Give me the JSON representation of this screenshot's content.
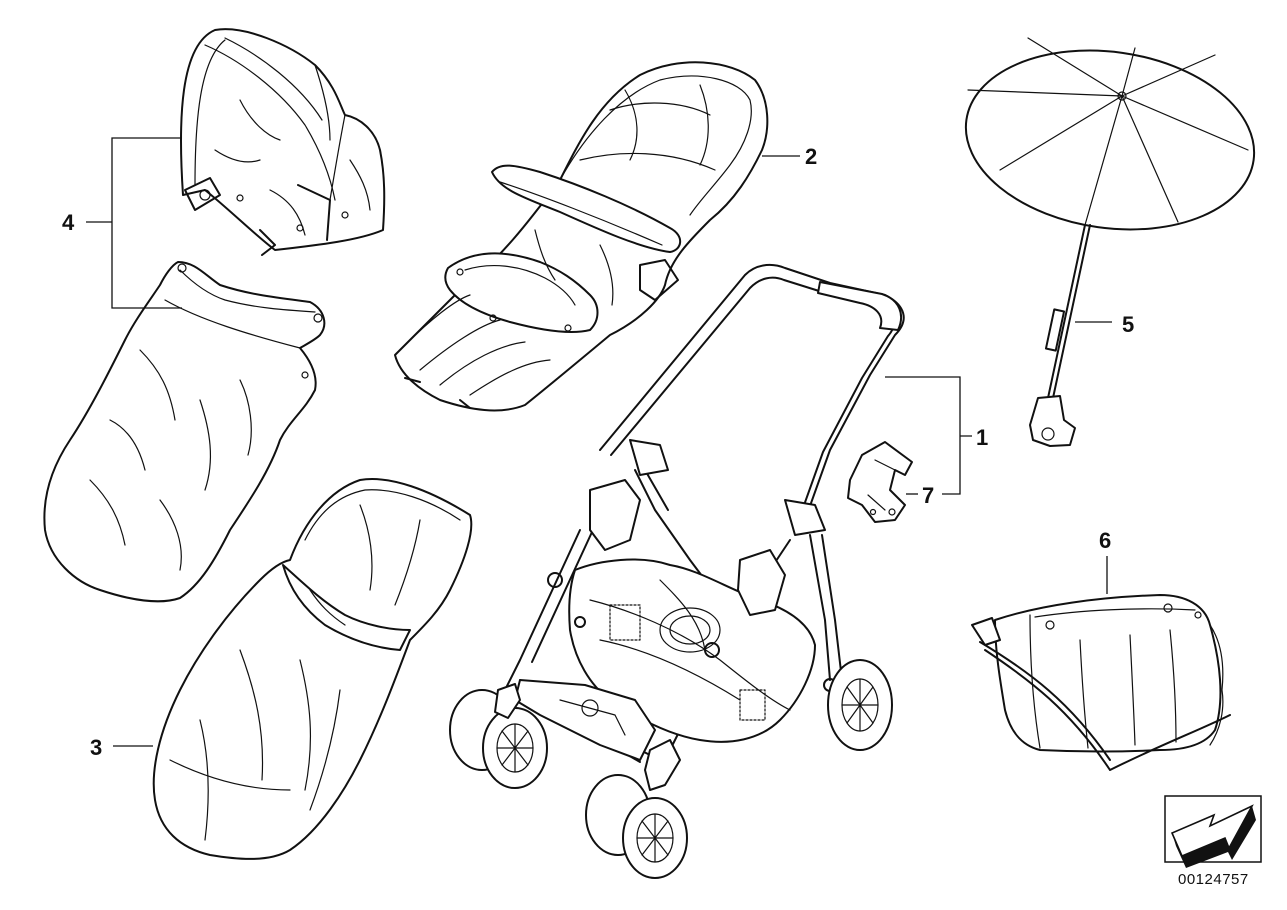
{
  "callouts": {
    "c1": "1",
    "c2": "2",
    "c3": "3",
    "c4": "4",
    "c5": "5",
    "c6": "6",
    "c7": "7"
  },
  "document_number": "00124757",
  "icons": [
    "direction-arrow-icon"
  ]
}
